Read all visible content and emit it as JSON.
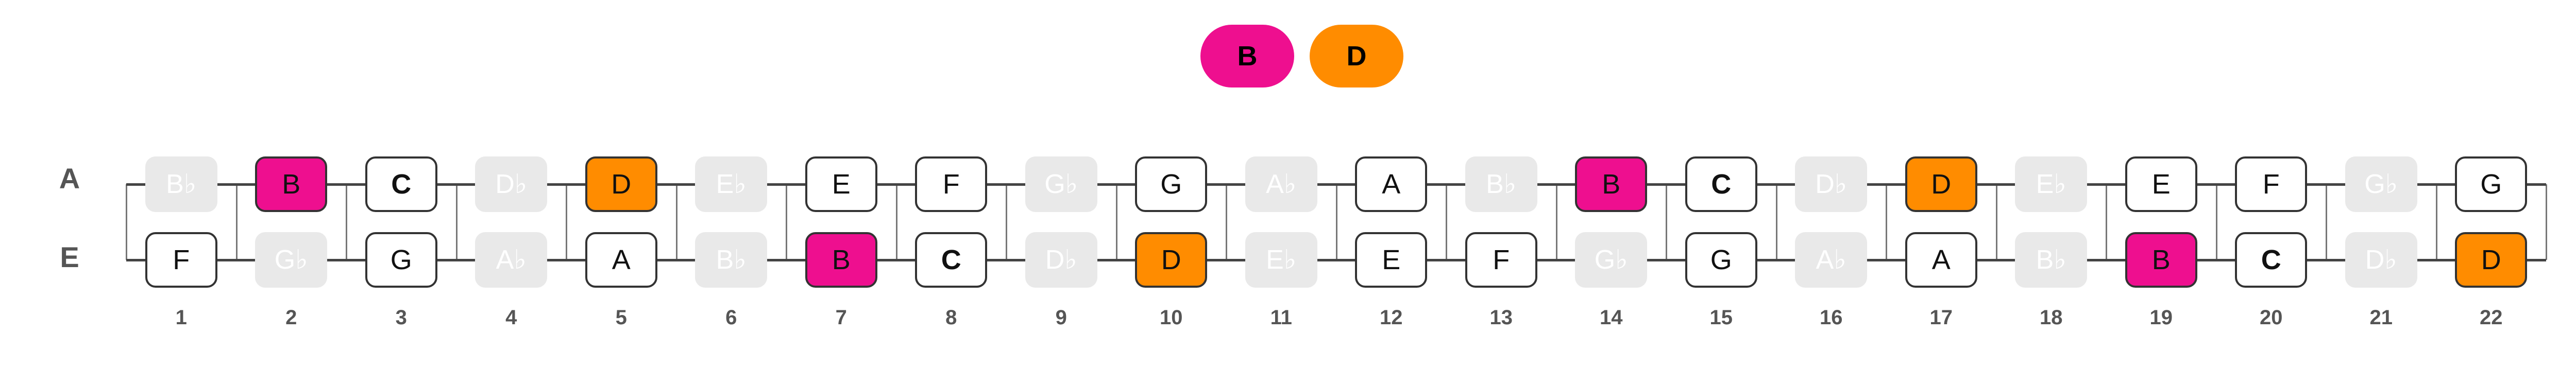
{
  "legend": [
    {
      "label": "B",
      "color": "#ee0f8f"
    },
    {
      "label": "D",
      "color": "#ff8c00"
    }
  ],
  "colors": {
    "B": "#ee0f8f",
    "D": "#ff8c00"
  },
  "strings": [
    {
      "name": "A",
      "notes": [
        "B♭",
        "B",
        "C",
        "D♭",
        "D",
        "E♭",
        "E",
        "F",
        "G♭",
        "G",
        "A♭",
        "A",
        "B♭",
        "B",
        "C",
        "D♭",
        "D",
        "E♭",
        "E",
        "F",
        "G♭",
        "G"
      ]
    },
    {
      "name": "E",
      "notes": [
        "F",
        "G♭",
        "G",
        "A♭",
        "A",
        "B♭",
        "B",
        "C",
        "D♭",
        "D",
        "E♭",
        "E",
        "F",
        "G♭",
        "G",
        "A♭",
        "A",
        "B♭",
        "B",
        "C",
        "D♭",
        "D"
      ]
    }
  ],
  "fret_numbers": [
    "1",
    "2",
    "3",
    "4",
    "5",
    "6",
    "7",
    "8",
    "9",
    "10",
    "11",
    "12",
    "13",
    "14",
    "15",
    "16",
    "17",
    "18",
    "19",
    "20",
    "21",
    "22"
  ]
}
